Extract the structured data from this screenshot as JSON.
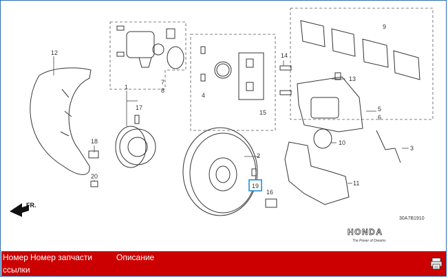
{
  "diagram": {
    "callouts": [
      "1",
      "2",
      "3",
      "4",
      "5",
      "6",
      "7",
      "8",
      "9",
      "10",
      "11",
      "12",
      "13",
      "14",
      "15",
      "16",
      "17",
      "18",
      "19",
      "20"
    ],
    "highlighted_callout": "19",
    "highlight_color": "#1a8fd0",
    "direction_label": "FR.",
    "diagram_code": "30A7B1910",
    "brand": "HONDA",
    "brand_tagline": "The Power of Dreams"
  },
  "table_header": {
    "col_ref_line1": "Номер",
    "col_ref_line2": "ссылки",
    "col_part_number": "Номер запчасти",
    "col_description": "Описание",
    "background_color": "#cc0000"
  },
  "icons": {
    "footer_icon": "print-icon"
  }
}
